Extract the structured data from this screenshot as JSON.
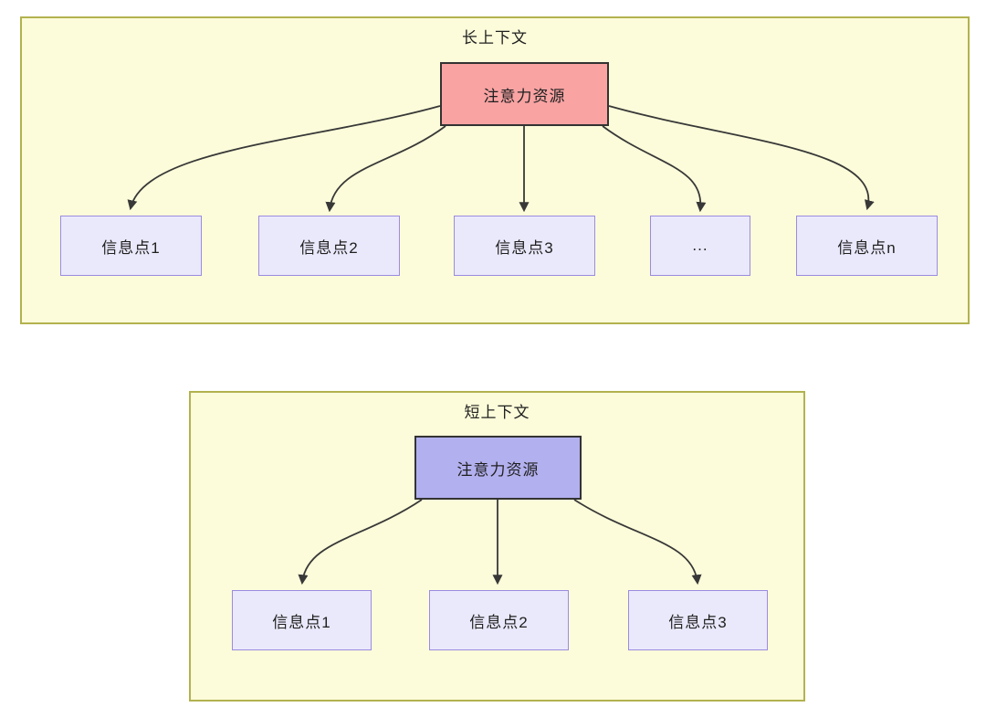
{
  "diagram": {
    "sections": [
      {
        "title": "长上下文",
        "root": {
          "label": "注意力资源"
        },
        "nodes": [
          {
            "label": "信息点1"
          },
          {
            "label": "信息点2"
          },
          {
            "label": "信息点3"
          },
          {
            "label": "..."
          },
          {
            "label": "信息点n"
          }
        ]
      },
      {
        "title": "短上下文",
        "root": {
          "label": "注意力资源"
        },
        "nodes": [
          {
            "label": "信息点1"
          },
          {
            "label": "信息点2"
          },
          {
            "label": "信息点3"
          }
        ]
      }
    ],
    "colors": {
      "page_bg": "#ffffff",
      "container_fill": "#fcfcda",
      "container_border": "#b2b24f",
      "node_fill": "#eae9fb",
      "node_border": "#9b8be0",
      "root_border": "#333333",
      "root_long_fill": "#f9a3a3",
      "root_short_fill": "#b3b0ef",
      "arrow": "#383838",
      "text": "#202020"
    }
  }
}
